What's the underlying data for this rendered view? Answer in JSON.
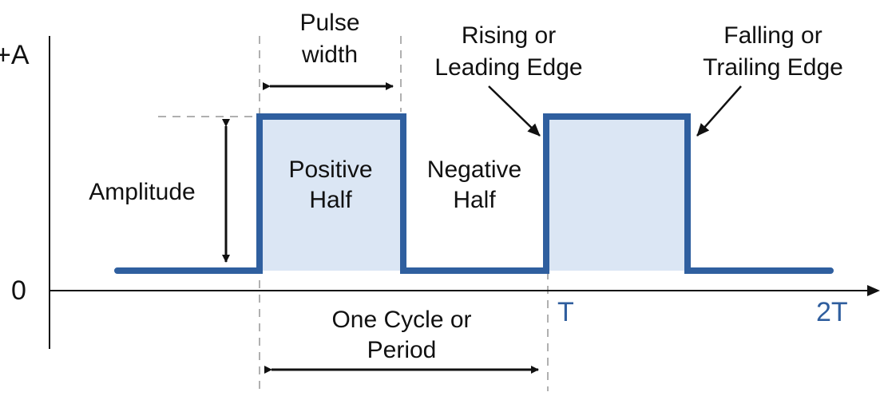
{
  "colors": {
    "waveform": "#2f5f9f",
    "pulse_fill": "#dbe6f4",
    "axis": "#111111",
    "guides": "#b0b0b0",
    "text": "#111111",
    "tick_text": "#2f5e9e"
  },
  "axis": {
    "y_top_label": "+A",
    "y_zero_label": "0",
    "t_label": "T",
    "two_t_label": "2T"
  },
  "labels": {
    "pulse_width_line1": "Pulse",
    "pulse_width_line2": "width",
    "rising_line1": "Rising or",
    "rising_line2": "Leading Edge",
    "falling_line1": "Falling or",
    "falling_line2": "Trailing Edge",
    "amplitude": "Amplitude",
    "positive_line1": "Positive",
    "positive_line2": "Half",
    "negative_line1": "Negative",
    "negative_line2": "Half",
    "cycle_line1": "One Cycle or",
    "cycle_line2": "Period"
  }
}
